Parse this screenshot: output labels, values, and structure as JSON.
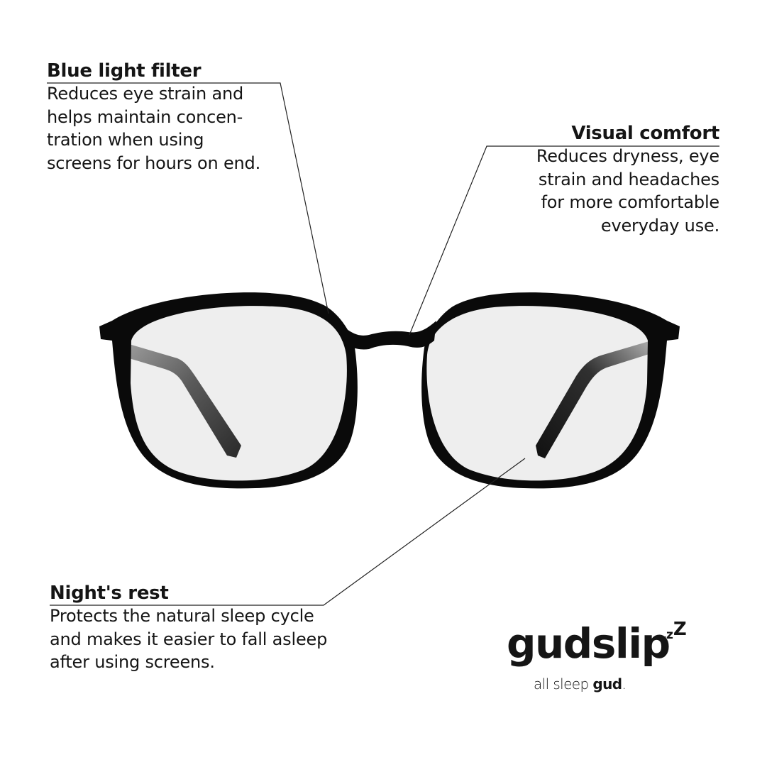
{
  "callouts": {
    "blue_light": {
      "title": "Blue light filter",
      "lines": [
        "Reduces eye strain and",
        "helps maintain concen-",
        "tration when using",
        "screens for hours on end."
      ]
    },
    "visual_comfort": {
      "title": "Visual comfort",
      "lines": [
        "Reduces dryness, eye",
        "strain and headaches",
        "for more comfortable",
        "everyday use."
      ]
    },
    "nights_rest": {
      "title": "Night's rest",
      "lines": [
        "Protects the natural sleep cycle",
        "and makes it easier to fall asleep",
        "after using screens."
      ]
    }
  },
  "brand": {
    "name": "gudslip",
    "zzz": [
      "z",
      "z",
      "Z"
    ],
    "tagline_prefix": "all sleep ",
    "tagline_bold": "gud",
    "tagline_suffix": "."
  },
  "colors": {
    "text": "#151515",
    "frame": "#0a0a0a",
    "lens": "#eeeeee",
    "leader_line": "#222222"
  }
}
